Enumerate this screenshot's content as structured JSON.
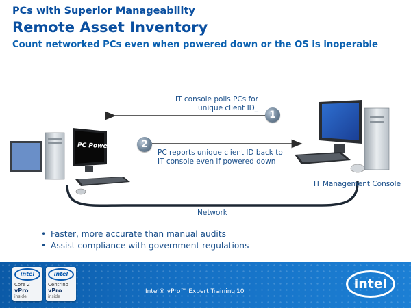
{
  "slide": {
    "kicker": "PCs with Superior Manageability",
    "title": "Remote Asset Inventory",
    "subtitle": "Count networked PCs even when powered down or the OS is inoperable"
  },
  "diagram": {
    "step1_number": "1",
    "step1_text_line1": "IT console polls PCs for",
    "step1_text_line2": "unique client ID_",
    "step2_number": "2",
    "step2_text_line1": "PC reports unique client ID back to",
    "step2_text_line2": "IT console even if powered down",
    "client_screen_text": "PC Powered Off",
    "console_label": "IT Management Console",
    "network_label": "Network",
    "colors": {
      "arrow": "#2b2b2b",
      "network_line": "#1d2733",
      "badge": "#7a8ea2"
    }
  },
  "bullets": [
    "Faster, more accurate than manual audits",
    "Assist compliance with government regulations"
  ],
  "footer": {
    "text": "Intel® vPro™ Expert Training",
    "page_number": "10",
    "logo_text": "intel",
    "chip_badges": [
      {
        "brand": "intel",
        "line1": "Core 2",
        "line2": "vPro",
        "line3": "inside"
      },
      {
        "brand": "intel",
        "line1": "Centrino",
        "line2": "vPro",
        "line3": "inside"
      }
    ],
    "colors": {
      "background": "#1570c4"
    }
  }
}
